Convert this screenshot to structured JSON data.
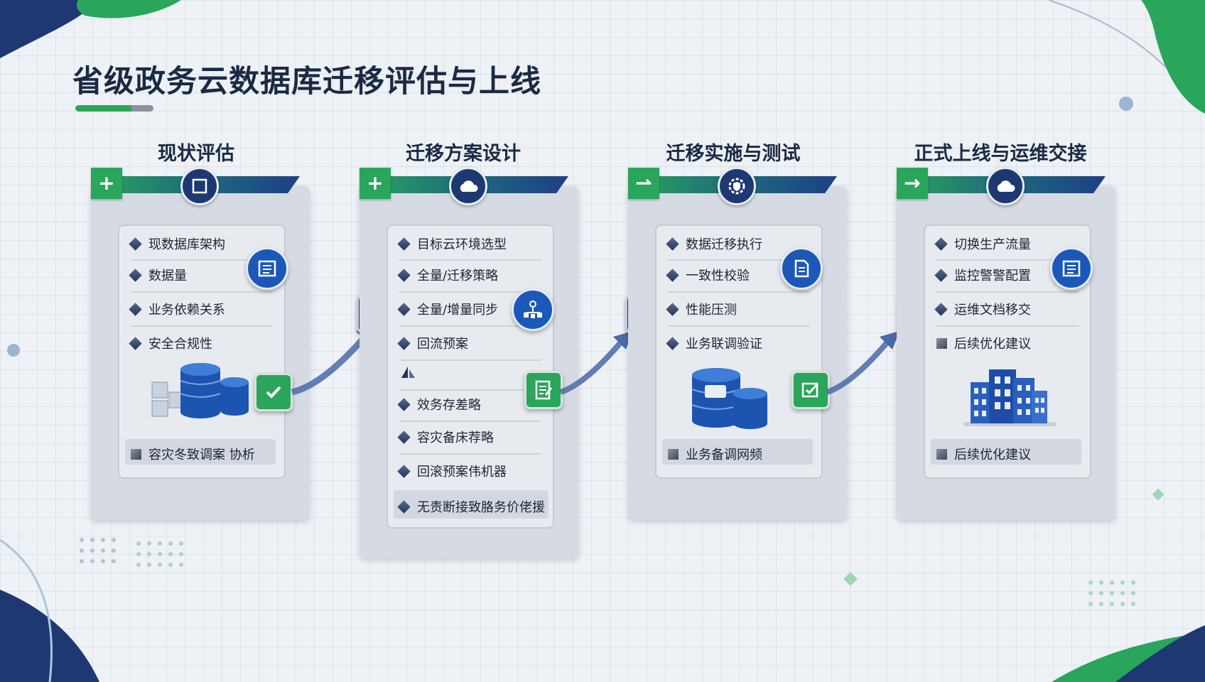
{
  "title": "省级政务云数据库迁移评估与上线",
  "stages": [
    {
      "title": "现状评估",
      "badge_glyph": "+",
      "items": [
        "现数据库架构",
        "数据量",
        "业务依赖关系",
        "安全合规性"
      ],
      "footer": "容灾冬致调案 协析"
    },
    {
      "title": "迁移方案设计",
      "badge_glyph": "+",
      "items": [
        "目标云环境选型",
        "全量/迁移策略",
        "全量/增量同步",
        "回流预案",
        "",
        "效务存差略",
        "容灾备床荐略",
        "回滚预案伟机器",
        "无责断接致胳务价佬援"
      ]
    },
    {
      "title": "迁移实施与测试",
      "badge_glyph": "⇀",
      "items": [
        "数据迁移执行",
        "一致性校验",
        "性能压测",
        "业务联调验证"
      ],
      "footer": "业务备调网频"
    },
    {
      "title": "正式上线与运维交接",
      "badge_glyph": "→",
      "items": [
        "切换生产流量",
        "监控警警配置",
        "运维文档移交",
        "后续优化建议"
      ],
      "footer": "后续优化建议"
    }
  ],
  "colors": {
    "navy": "#1e3872",
    "green": "#2aa55c",
    "blue": "#1c58b8",
    "title": "#1b2a44"
  },
  "icons": {
    "stage_header": [
      "square-icon",
      "cloud-icon",
      "gear-shield-icon",
      "cloud-icon"
    ],
    "check_badge": "checkmark-icon"
  }
}
